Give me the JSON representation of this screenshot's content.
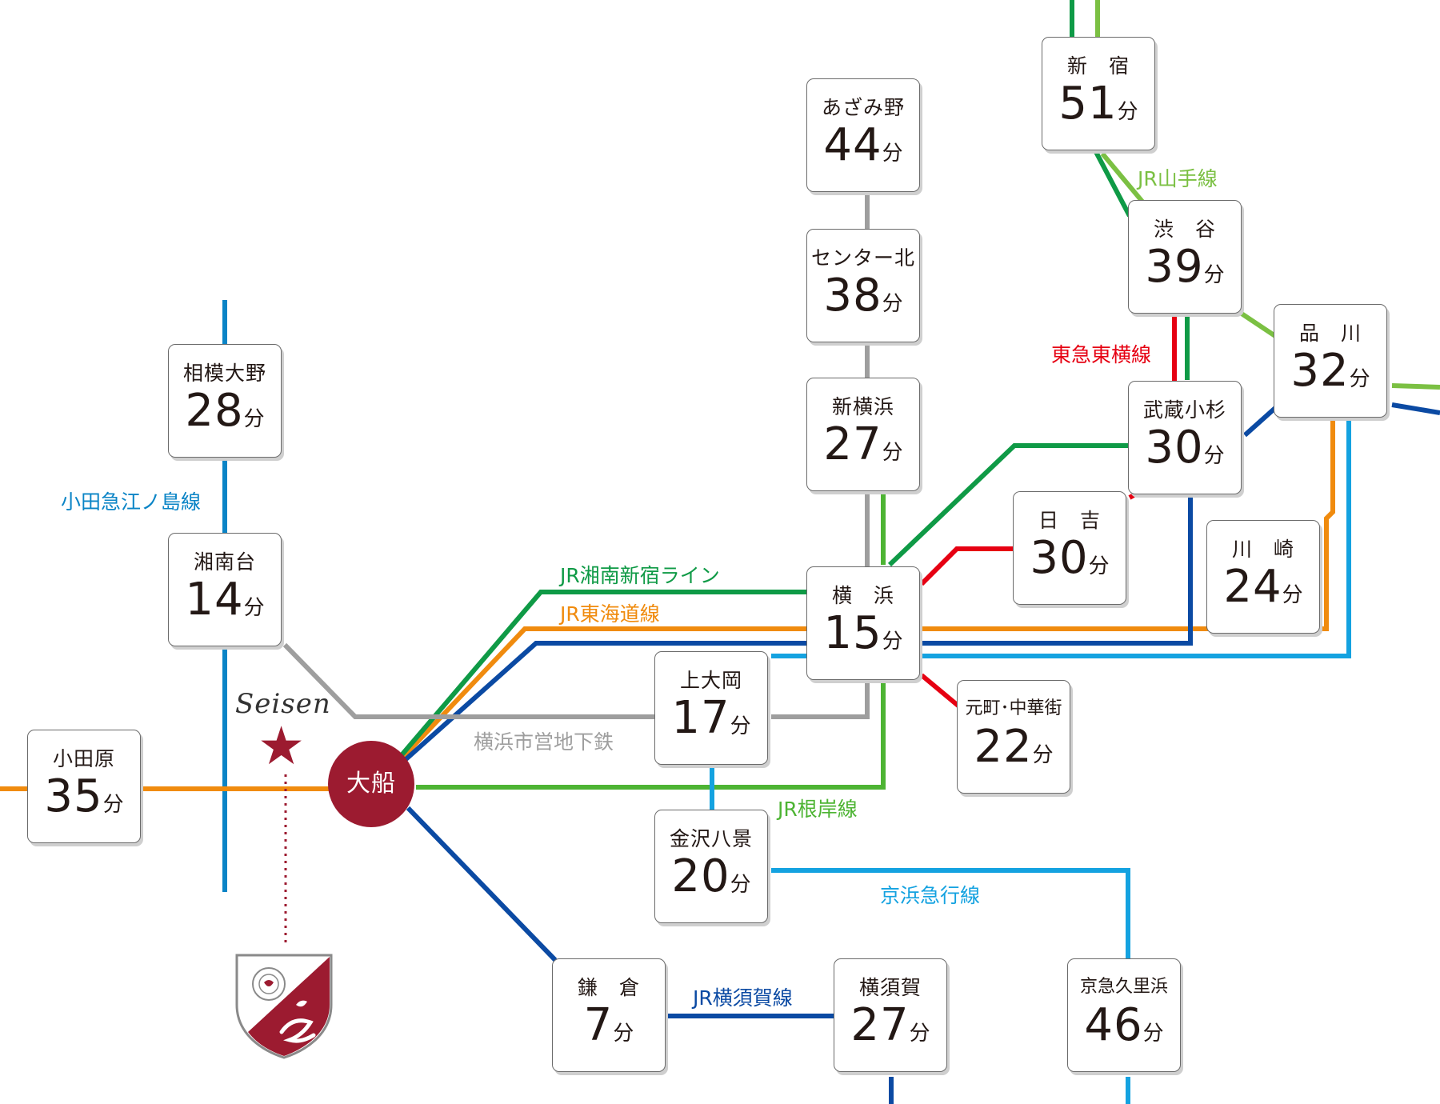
{
  "map": {
    "hub": {
      "name": "大船"
    },
    "school": {
      "name": "Seisen"
    },
    "unit": "分",
    "stations": [
      {
        "id": "odawara",
        "name": "小田原",
        "minutes": "35"
      },
      {
        "id": "sagamiono",
        "name": "相模大野",
        "minutes": "28"
      },
      {
        "id": "shonandai",
        "name": "湘南台",
        "minutes": "14"
      },
      {
        "id": "azamino",
        "name": "あざみ野",
        "minutes": "44"
      },
      {
        "id": "center-kita",
        "name": "センター北",
        "minutes": "38"
      },
      {
        "id": "shin-yokohama",
        "name": "新横浜",
        "minutes": "27"
      },
      {
        "id": "yokohama",
        "name": "横　浜",
        "minutes": "15"
      },
      {
        "id": "kamiooka",
        "name": "上大岡",
        "minutes": "17"
      },
      {
        "id": "kanazawa-hakkei",
        "name": "金沢八景",
        "minutes": "20"
      },
      {
        "id": "kamakura",
        "name": "鎌　倉",
        "minutes": "7"
      },
      {
        "id": "yokosuka",
        "name": "横須賀",
        "minutes": "27"
      },
      {
        "id": "keikyu-kurihama",
        "name": "京急久里浜",
        "minutes": "46"
      },
      {
        "id": "motomachi",
        "name": "元町･中華街",
        "minutes": "22"
      },
      {
        "id": "hiyoshi",
        "name": "日　吉",
        "minutes": "30"
      },
      {
        "id": "musashi-kosugi",
        "name": "武蔵小杉",
        "minutes": "30"
      },
      {
        "id": "kawasaki",
        "name": "川　崎",
        "minutes": "24"
      },
      {
        "id": "shinagawa",
        "name": "品　川",
        "minutes": "32"
      },
      {
        "id": "shibuya",
        "name": "渋　谷",
        "minutes": "39"
      },
      {
        "id": "shinjuku",
        "name": "新　宿",
        "minutes": "51"
      }
    ],
    "lines": [
      {
        "id": "odakyu-enoshima",
        "name": "小田急江ノ島線",
        "color": "#0a84c6"
      },
      {
        "id": "shonan-shinjuku",
        "name": "JR湘南新宿ライン",
        "color": "#0f9a46"
      },
      {
        "id": "tokaido",
        "name": "JR東海道線",
        "color": "#f08b0e"
      },
      {
        "id": "yokosuka-line",
        "name": "JR横須賀線",
        "color": "#0b4aa3"
      },
      {
        "id": "negishi",
        "name": "JR根岸線",
        "color": "#4db433"
      },
      {
        "id": "subway",
        "name": "横浜市営地下鉄",
        "color": "#9e9e9e"
      },
      {
        "id": "keikyu",
        "name": "京浜急行線",
        "color": "#14a2e0"
      },
      {
        "id": "toyoko",
        "name": "東急東横線",
        "color": "#e60012"
      },
      {
        "id": "yamanote",
        "name": "JR山手線",
        "color": "#7bc043"
      }
    ]
  }
}
